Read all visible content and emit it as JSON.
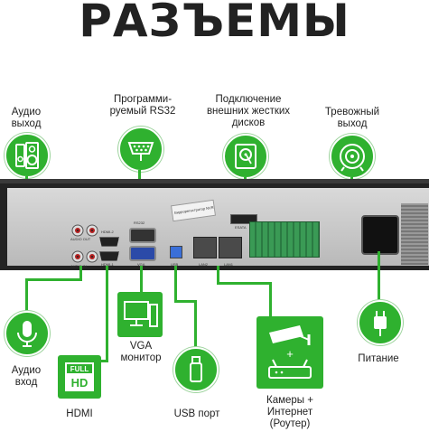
{
  "title": "РАЗЪЕМЫ",
  "labels": {
    "audio_out": "Аудио\nвыход",
    "rs232": "Программи-\nруемый RS32",
    "hdd": "Подключение\nвнешних жестких\nдисков",
    "alarm": "Тревожный\nвыход",
    "audio_in": "Аудио\nвход",
    "hdmi": "HDMI",
    "vga": "VGA\nмонитор",
    "usb": "USB порт",
    "cameras": "Камеры +\nИнтернет\n(Роутер)",
    "power": "Питание"
  },
  "panel_text": {
    "audio_out": "AUDIO OUT",
    "audio_in": "AUDIO IN",
    "hdmi2": "HDMI-2",
    "hdmi1": "HDMI-1",
    "rs232": "RS232",
    "vga": "VGA",
    "usb": "USB",
    "esata": "ESATA",
    "lan2": "LAN2",
    "lan1": "LAN1",
    "sticker": "Видеорегистратор NVR"
  },
  "icon_text": {
    "full": "FULL",
    "hd": "HD"
  },
  "colors": {
    "accent": "#2fb12f",
    "panel": "#c8c8c8",
    "chassis": "#232323"
  },
  "icons": [
    "speaker-icon",
    "serial-port-icon",
    "hard-disk-icon",
    "bell-icon",
    "microphone-icon",
    "full-hd-icon",
    "monitor-icon",
    "usb-flash-icon",
    "camera-router-icon",
    "power-plug-icon"
  ]
}
